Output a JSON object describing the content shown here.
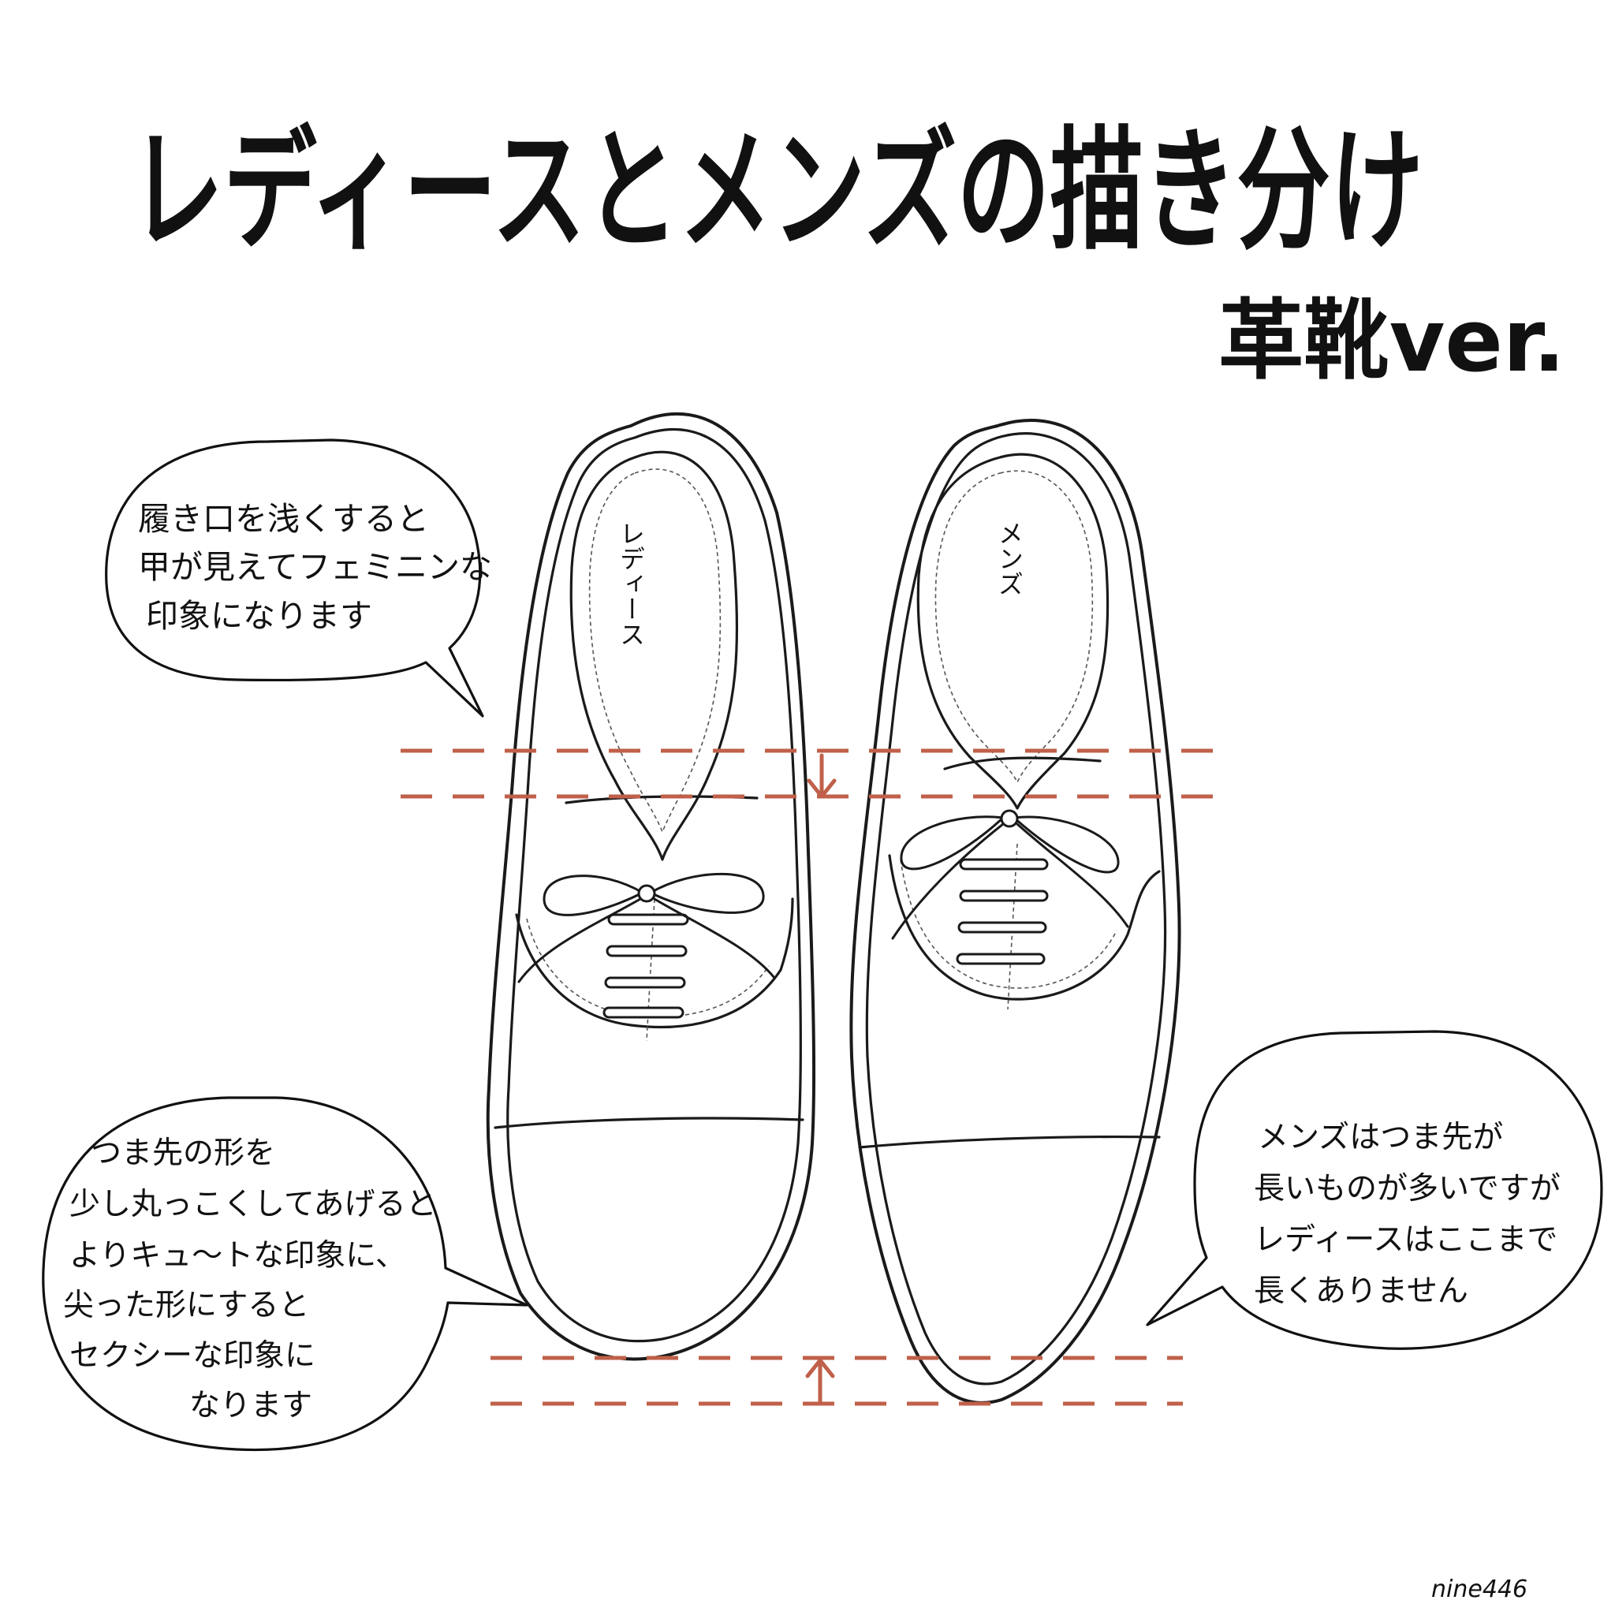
{
  "title": {
    "main": "レディースとメンズの描き分け",
    "sub": "革靴ver."
  },
  "shoes": {
    "left_label": "レディース",
    "right_label": "メンズ"
  },
  "bubbles": {
    "top_left": [
      "履き口を浅くすると",
      "甲が見えてフェミニンな",
      "印象になります"
    ],
    "bottom_left": [
      "つま先の形を",
      "少し丸っこくしてあげると",
      "よりキュ〜トな印象に、",
      "尖った形にすると",
      "セクシーな印象に",
      "なります"
    ],
    "bottom_right": [
      "メンズはつま先が",
      "長いものが多いですが",
      "レディースはここまで",
      "長くありません"
    ]
  },
  "signature": "nine446",
  "colors": {
    "guide": "#c0604a",
    "ink": "#111111",
    "background": "#ffffff"
  }
}
